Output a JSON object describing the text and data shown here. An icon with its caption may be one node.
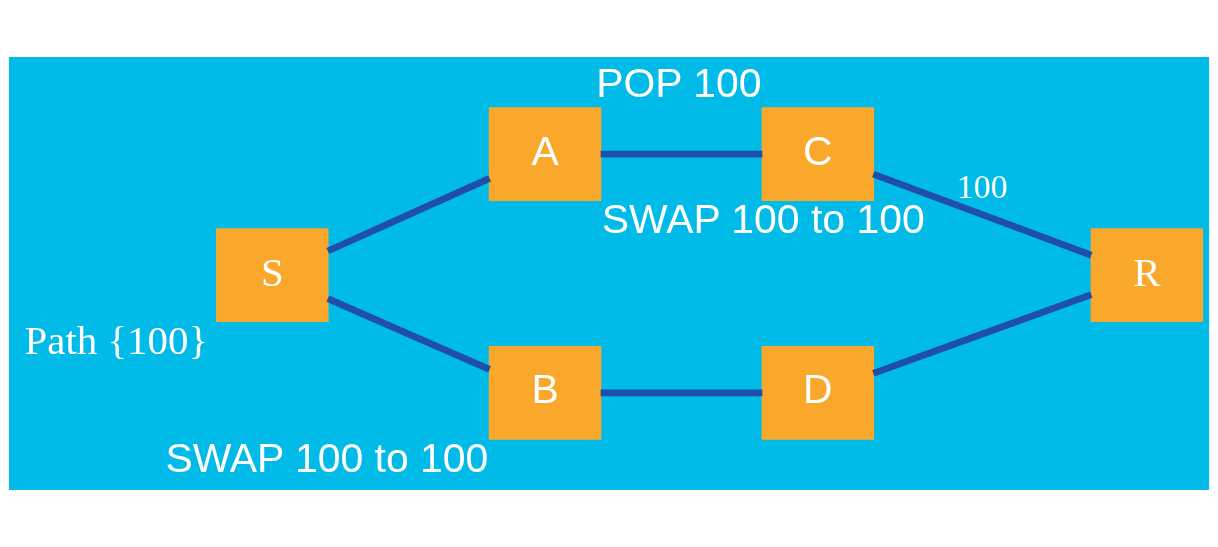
{
  "diagram": {
    "nodes": [
      {
        "text": [
          "S"
        ],
        "beside": [
          "Path {100}"
        ]
      },
      {
        "text": [
          "A"
        ],
        "beside": [
          "SWAP 100 to 100"
        ]
      },
      {
        "text": [
          "C"
        ],
        "beside": [
          "POP 100"
        ]
      },
      {
        "text": [
          "R"
        ]
      },
      {
        "text": [
          "B"
        ],
        "beside": [
          "SWAP 100 to 100"
        ]
      },
      {
        "text": [
          "D"
        ]
      }
    ],
    "edges": [
      {
        "from": 0,
        "to": 1,
        "arrow": "none"
      },
      {
        "from": 1,
        "to": 2,
        "arrow": "none"
      },
      {
        "from": 2,
        "to": 3,
        "arrow": "none",
        "label": "100"
      },
      {
        "from": 0,
        "to": 4,
        "arrow": "none"
      },
      {
        "from": 4,
        "to": 5,
        "arrow": "none"
      },
      {
        "from": 5,
        "to": 3,
        "arrow": "none"
      }
    ]
  }
}
